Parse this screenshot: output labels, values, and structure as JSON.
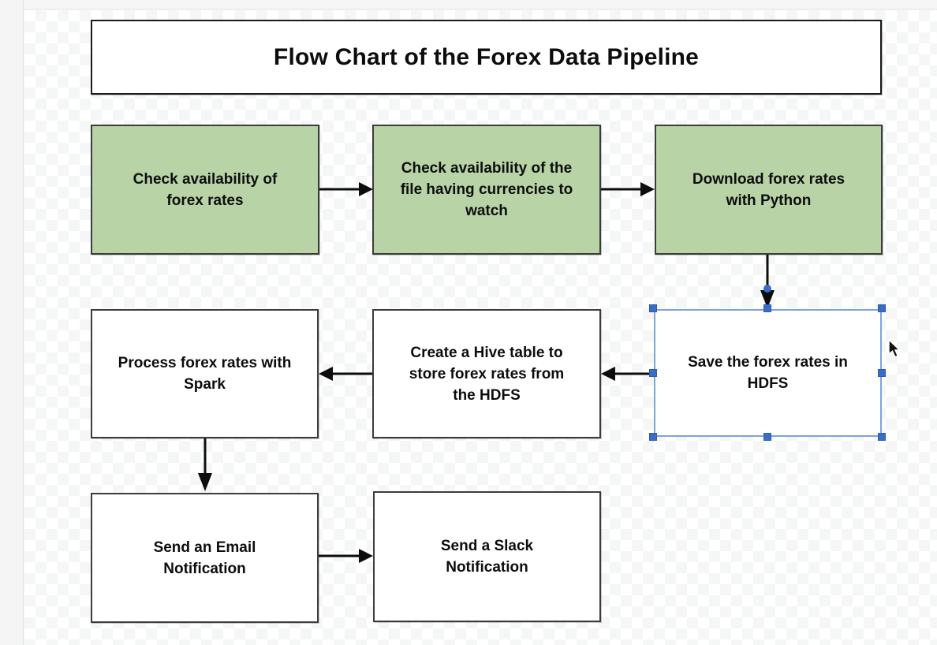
{
  "diagram": {
    "title": "Flow Chart of the Forex Data Pipeline",
    "nodes": [
      {
        "id": "check-forex-rates",
        "label": "Check availability of\nforex rates",
        "fill": "green"
      },
      {
        "id": "check-currencies-file",
        "label": "Check availability of the\nfile having currencies to\nwatch",
        "fill": "green"
      },
      {
        "id": "download-forex-rates",
        "label": "Download forex rates\nwith Python",
        "fill": "green"
      },
      {
        "id": "process-spark",
        "label": "Process forex rates with\nSpark",
        "fill": "white"
      },
      {
        "id": "create-hive-table",
        "label": "Create a Hive table to\nstore forex rates from\nthe HDFS",
        "fill": "white"
      },
      {
        "id": "save-forex-hdfs",
        "label": "Save the forex rates in\nHDFS",
        "fill": "white",
        "selected": true
      },
      {
        "id": "send-email",
        "label": "Send an Email\nNotification",
        "fill": "white"
      },
      {
        "id": "send-slack",
        "label": "Send a Slack\nNotification",
        "fill": "white"
      }
    ],
    "edges": [
      {
        "from": "check-forex-rates",
        "to": "check-currencies-file"
      },
      {
        "from": "check-currencies-file",
        "to": "download-forex-rates"
      },
      {
        "from": "download-forex-rates",
        "to": "save-forex-hdfs"
      },
      {
        "from": "save-forex-hdfs",
        "to": "create-hive-table"
      },
      {
        "from": "create-hive-table",
        "to": "process-spark"
      },
      {
        "from": "process-spark",
        "to": "send-email"
      },
      {
        "from": "send-email",
        "to": "send-slack"
      }
    ],
    "selection": {
      "selected_node": "save-forex-hdfs",
      "outline_color": "#7ea4dc",
      "handle_color": "#3a6dc8"
    },
    "colors": {
      "node_green": "#b8d4a6",
      "node_white": "#ffffff",
      "node_border": "#3c3c3c",
      "arrow": "#0d0d0d",
      "checker": "#f5f6f6"
    },
    "cursor": {
      "type": "arrow-pointer"
    }
  }
}
